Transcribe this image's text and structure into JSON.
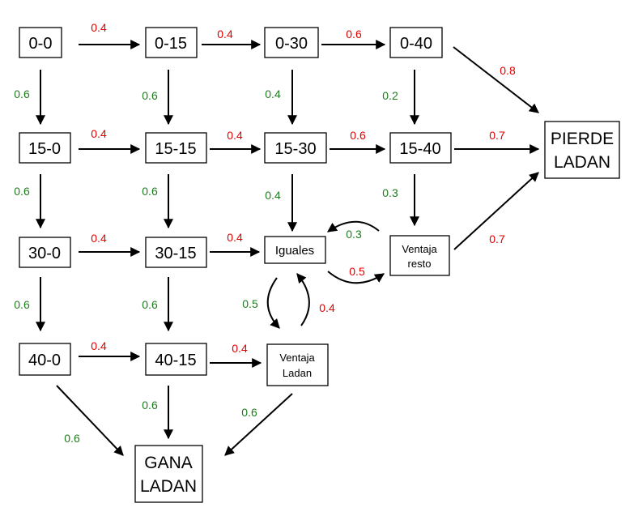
{
  "colors": {
    "red": "#e00000",
    "green": "#1e7b1e",
    "line": "#000000"
  },
  "nodes": {
    "s00": "0-0",
    "s015": "0-15",
    "s030": "0-30",
    "s040": "0-40",
    "s150": "15-0",
    "s1515": "15-15",
    "s1530": "15-30",
    "s1540": "15-40",
    "s300": "30-0",
    "s3015": "30-15",
    "iguales": "Iguales",
    "vr1": "Ventaja",
    "vr2": "resto",
    "s400": "40-0",
    "s4015": "40-15",
    "vl1": "Ventaja",
    "vl2": "Ladan",
    "pierde1": "PIERDE",
    "pierde2": "LADAN",
    "gana1": "GANA",
    "gana2": "LADAN"
  },
  "probs": {
    "p_00_015": "0.4",
    "p_015_030": "0.4",
    "p_030_040": "0.6",
    "p_040_pierde": "0.8",
    "p_00_150": "0.6",
    "p_015_1515": "0.6",
    "p_030_1530": "0.4",
    "p_040_1540": "0.2",
    "p_150_1515": "0.4",
    "p_1515_1530": "0.4",
    "p_1530_1540": "0.6",
    "p_1540_pierde": "0.7",
    "p_150_300": "0.6",
    "p_1515_3015": "0.6",
    "p_1530_iguales": "0.4",
    "p_1540_vr": "0.3",
    "p_300_3015": "0.4",
    "p_3015_iguales": "0.4",
    "p_vr_iguales": "0.3",
    "p_iguales_vr": "0.5",
    "p_vr_pierde": "0.7",
    "p_300_400": "0.6",
    "p_3015_4015": "0.6",
    "p_iguales_vl": "0.5",
    "p_vl_iguales": "0.4",
    "p_400_4015": "0.4",
    "p_4015_vl": "0.4",
    "p_400_gana": "0.6",
    "p_4015_gana": "0.6",
    "p_vl_gana": "0.6"
  }
}
